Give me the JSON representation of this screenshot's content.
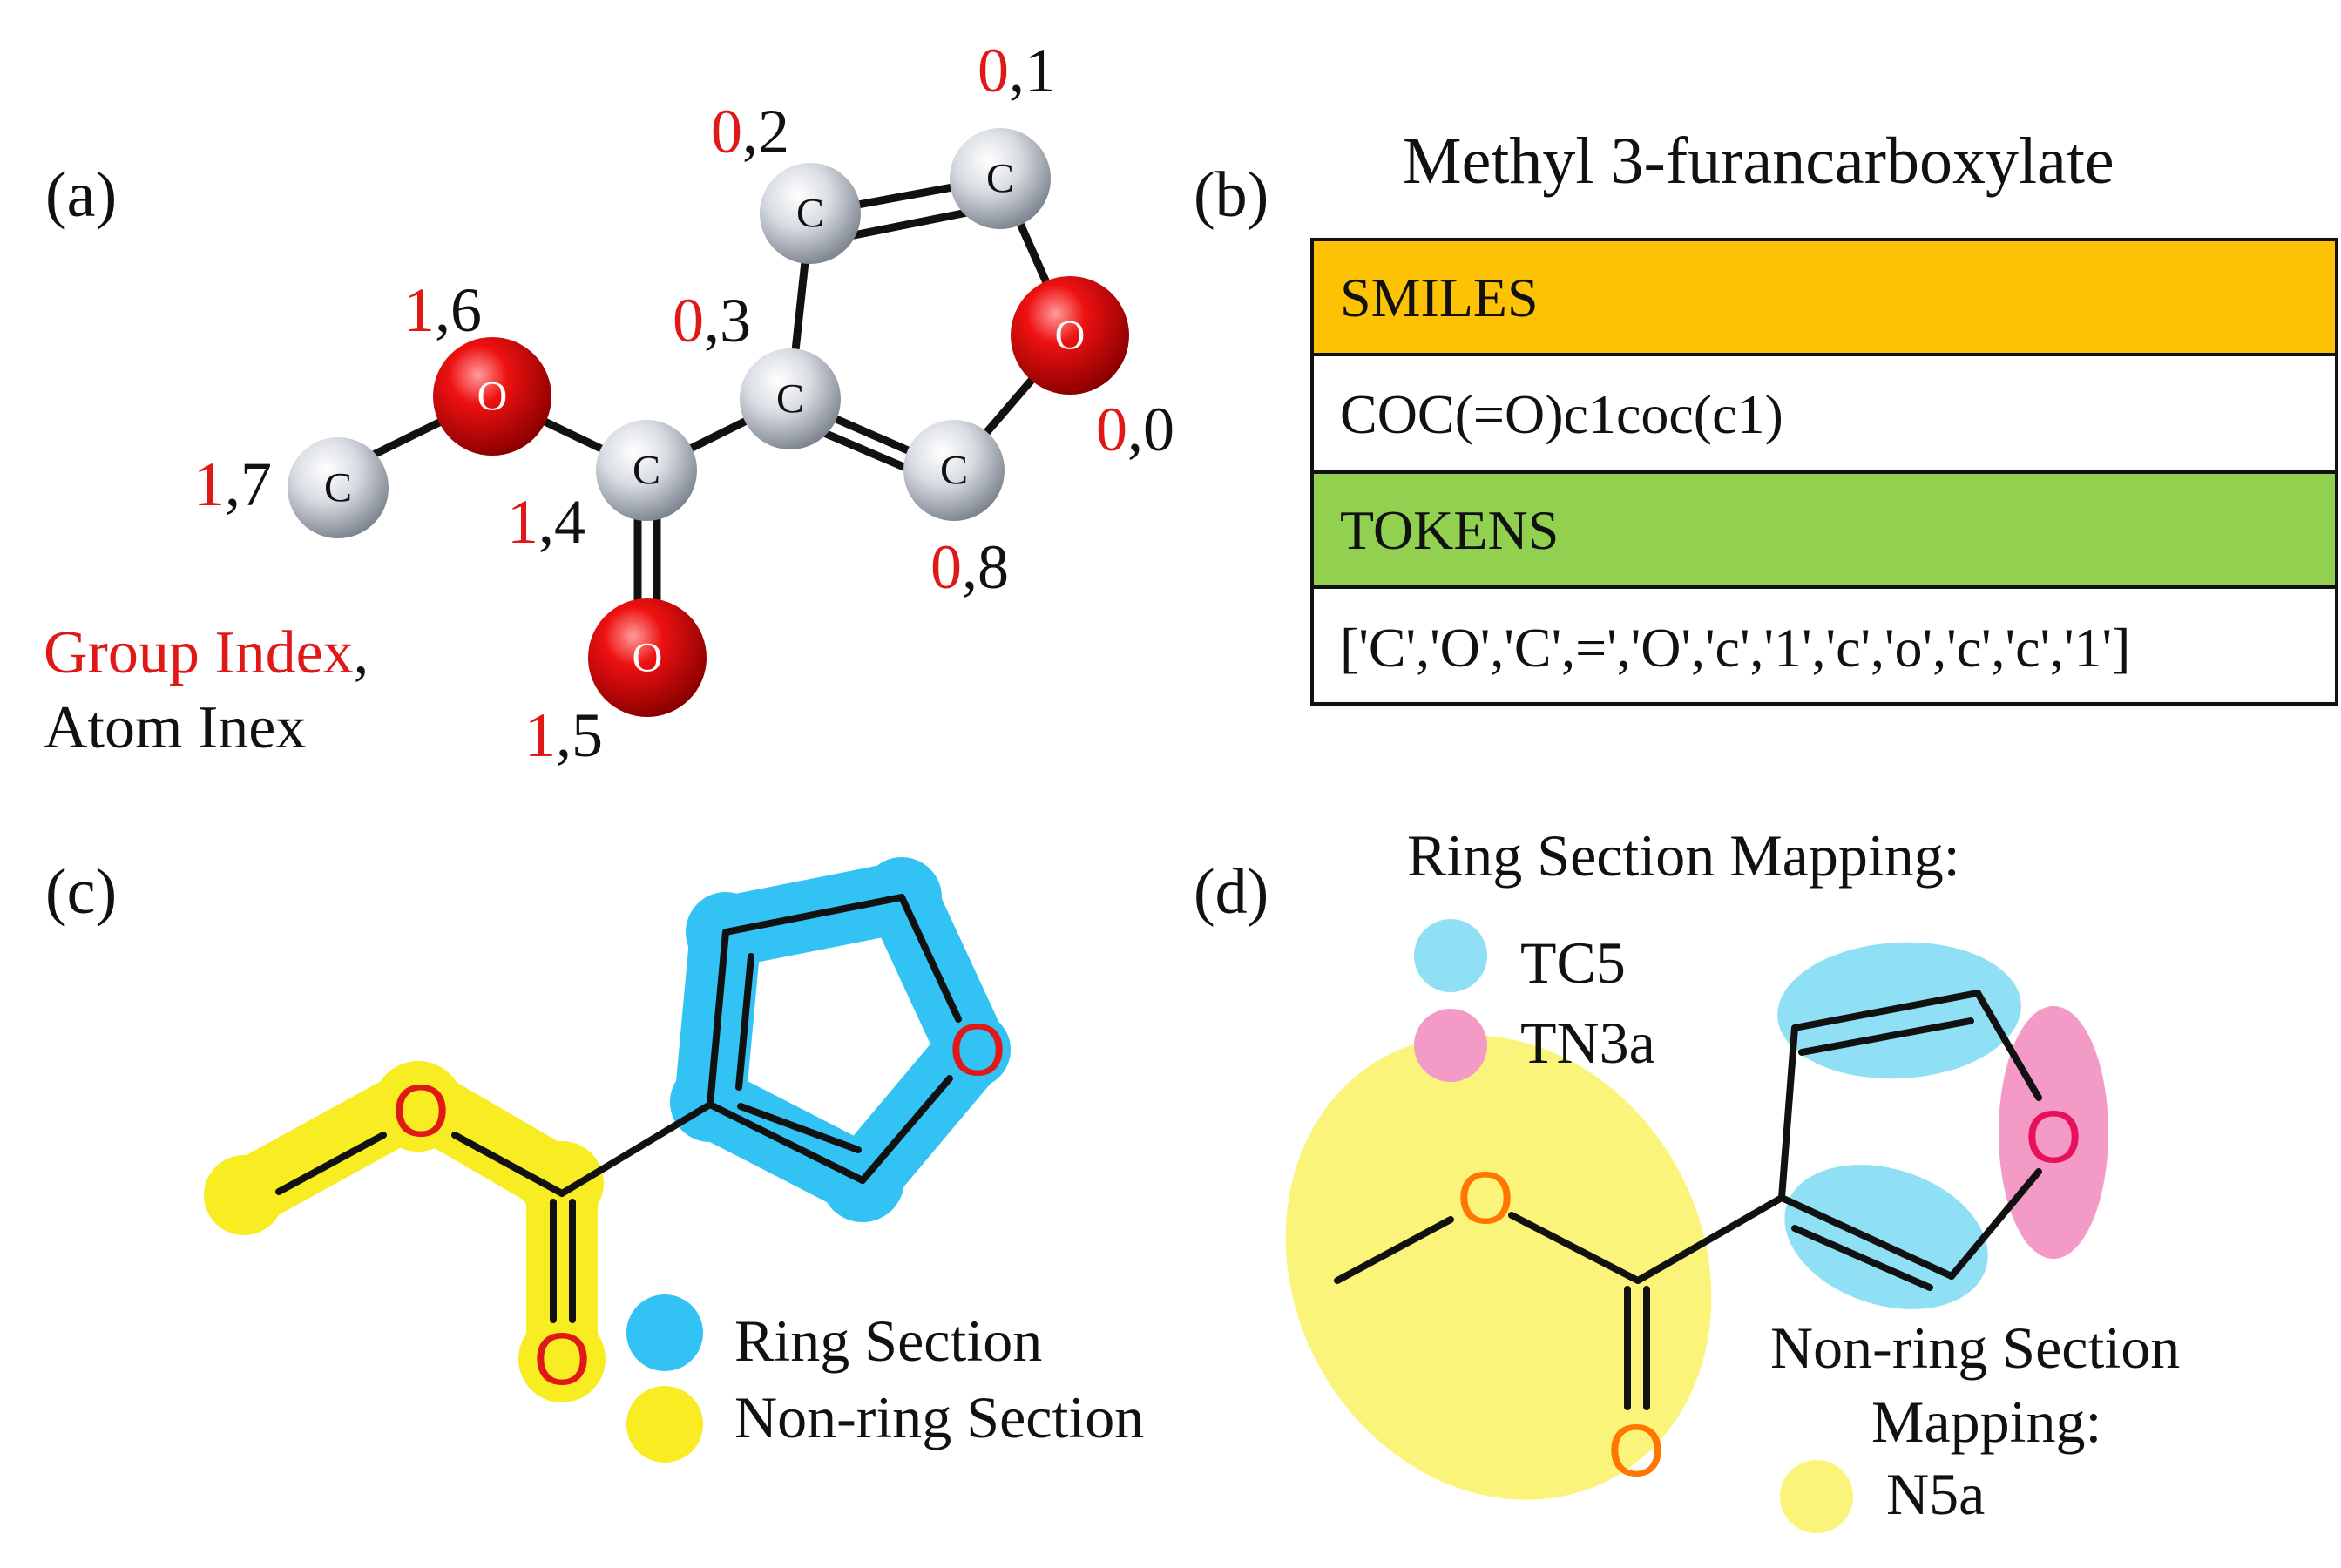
{
  "panel_a": {
    "label": "(a)",
    "legend_group": "Group Index",
    "legend_sep": ",",
    "legend_atom": "Atom Inex",
    "atoms": [
      {
        "element": "C",
        "group": "0",
        "atom": "1"
      },
      {
        "element": "C",
        "group": "0",
        "atom": "2"
      },
      {
        "element": "C",
        "group": "0",
        "atom": "3"
      },
      {
        "element": "O",
        "group": "0",
        "atom": "0"
      },
      {
        "element": "C",
        "group": "0",
        "atom": "8"
      },
      {
        "element": "C",
        "group": "1",
        "atom": "4"
      },
      {
        "element": "O",
        "group": "1",
        "atom": "6"
      },
      {
        "element": "C",
        "group": "1",
        "atom": "7"
      },
      {
        "element": "O",
        "group": "1",
        "atom": "5"
      }
    ]
  },
  "panel_b": {
    "label": "(b)",
    "title": "Methyl 3-furancarboxylate",
    "smiles_header": "SMILES",
    "smiles_value": "COC(=O)c1coc(c1)",
    "tokens_header": "TOKENS",
    "tokens_value": "['C','O','C',=','O','c','1','c','o','c','c','1']",
    "colors": {
      "smiles": "#fcc203",
      "tokens": "#92d050"
    }
  },
  "panel_c": {
    "label": "(c)",
    "oxygen_label": "O",
    "legend": [
      {
        "label": "Ring Section",
        "color": "#33c2f4"
      },
      {
        "label": "Non-ring Section",
        "color": "#f8ec23"
      }
    ]
  },
  "panel_d": {
    "label": "(d)",
    "ring_title": "Ring Section Mapping:",
    "ring_items": [
      {
        "label": "TC5",
        "color": "#8fdff5"
      },
      {
        "label": "TN3a",
        "color": "#f49ac6"
      }
    ],
    "nonring_title_1": "Non-ring Section",
    "nonring_title_2": "Mapping:",
    "nonring_items": [
      {
        "label": "N5a",
        "color": "#fbf47a"
      }
    ],
    "oxygen_label": "O"
  }
}
